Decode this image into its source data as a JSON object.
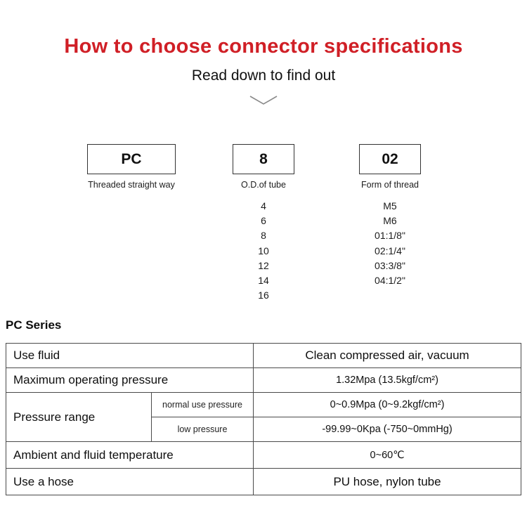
{
  "colors": {
    "title": "#d01f26",
    "stripe": "#ece7d9"
  },
  "header": {
    "title": "How to choose connector specifications",
    "subtitle": "Read down to find out"
  },
  "spec_boxes": {
    "pc": {
      "code": "PC",
      "label": "Threaded straight way"
    },
    "tube": {
      "code": "8",
      "label": "O.D.of tube",
      "options": [
        "4",
        "6",
        "8",
        "10",
        "12",
        "14",
        "16"
      ]
    },
    "thread": {
      "code": "02",
      "label": "Form of thread",
      "options": [
        "M5",
        "M6",
        "01:1/8\"",
        "02:1/4\"",
        "03:3/8\"",
        "04:1/2\""
      ]
    }
  },
  "series_title": "PC Series",
  "table": {
    "rows": [
      {
        "label": "Use fluid",
        "value": "Clean compressed air, vacuum"
      },
      {
        "label": "Maximum operating pressure",
        "value": "1.32Mpa (13.5kgf/cm²)"
      },
      {
        "label": "Pressure range",
        "sub": [
          {
            "label": "normal use pressure",
            "value": "0~0.9Mpa (0~9.2kgf/cm²)"
          },
          {
            "label": "low pressure",
            "value": "-99.99~0Kpa (-750~0mmHg)"
          }
        ]
      },
      {
        "label": "Ambient and fluid temperature",
        "value": "0~60℃"
      },
      {
        "label": "Use a hose",
        "value": "PU hose, nylon tube"
      }
    ]
  }
}
